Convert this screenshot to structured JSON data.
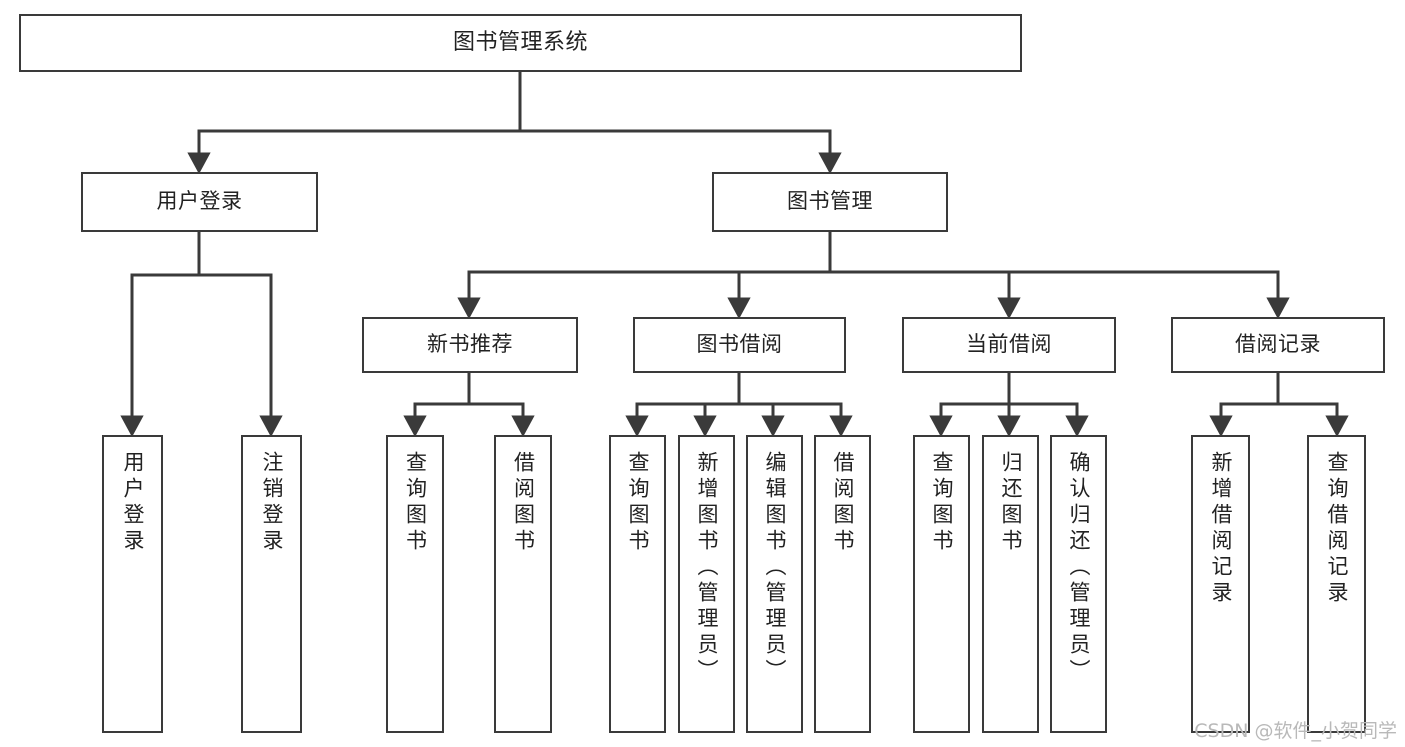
{
  "diagram": {
    "title": "图书管理系统",
    "type": "tree-hierarchy-chart",
    "watermark": "CSDN @软件_小贺同学",
    "colors": {
      "background": "#ffffff",
      "border": "#3a3a3a",
      "text": "#222222",
      "edge": "#3a3a3a",
      "watermark": "#b9b9b9"
    },
    "nodes": {
      "root": {
        "label": "图书管理系统"
      },
      "level1": [
        {
          "id": "user-login",
          "label": "用户登录"
        },
        {
          "id": "book-manage",
          "label": "图书管理"
        }
      ],
      "level2": [
        {
          "id": "new-book-recommend",
          "label": "新书推荐"
        },
        {
          "id": "book-borrow",
          "label": "图书借阅"
        },
        {
          "id": "current-borrow",
          "label": "当前借阅"
        },
        {
          "id": "borrow-record",
          "label": "借阅记录"
        }
      ],
      "leaves": {
        "user-login": [
          {
            "id": "leaf-user-login",
            "label": "用户登录"
          },
          {
            "id": "leaf-logout-login",
            "label": "注销登录"
          }
        ],
        "new-book-recommend": [
          {
            "id": "leaf-query-book-1",
            "label": "查询图书"
          },
          {
            "id": "leaf-borrow-book-1",
            "label": "借阅图书"
          }
        ],
        "book-borrow": [
          {
            "id": "leaf-query-book-2",
            "label": "查询图书"
          },
          {
            "id": "leaf-add-book",
            "label": "新增图书（管理员）"
          },
          {
            "id": "leaf-edit-book",
            "label": "编辑图书（管理员）"
          },
          {
            "id": "leaf-borrow-book-2",
            "label": "借阅图书"
          }
        ],
        "current-borrow": [
          {
            "id": "leaf-query-book-3",
            "label": "查询图书"
          },
          {
            "id": "leaf-return-book",
            "label": "归还图书"
          },
          {
            "id": "leaf-confirm-return",
            "label": "确认归还（管理员）"
          }
        ],
        "borrow-record": [
          {
            "id": "leaf-add-record",
            "label": "新增借阅记录"
          },
          {
            "id": "leaf-query-record",
            "label": "查询借阅记录"
          }
        ]
      }
    }
  }
}
